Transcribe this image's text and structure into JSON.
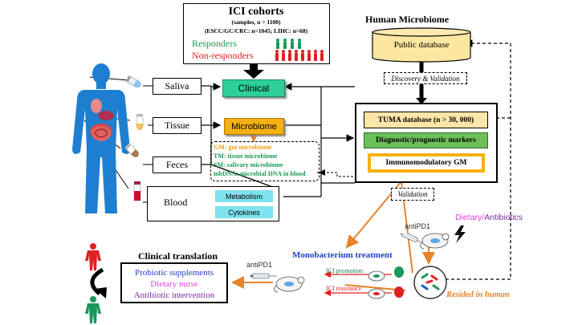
{
  "cohort": {
    "title": "ICI cohorts",
    "samples": "(samples, n > 1100)",
    "cancers": "(ESCC/GC/CRC: n=1045; LIHC: n=68)",
    "responders": "Responders",
    "non_responders": "Non-responders"
  },
  "samples": {
    "saliva": "Saliva",
    "tissue": "Tissue",
    "feces": "Feces",
    "blood": "Blood"
  },
  "center": {
    "clinical": "Clinical",
    "microbiome": "Microbiome",
    "gm": "GM: gut microbiome",
    "tm": "TM: tissue microbiome",
    "sm": "SM: salivary microbiome",
    "mbdna": "mbDNA: microbial DNA in blood",
    "metabolism": "Metabolism",
    "cytokines": "Cytokines"
  },
  "human_microbiome": {
    "title": "Human Microbiome",
    "public_db": "Public database",
    "discovery": "Discovery & Validation",
    "tuma": "TUMA database (n > 30, 000)",
    "markers": "Diagnostic/prognostic markers",
    "immuno": "Immunomodulatory GM"
  },
  "lower": {
    "validation": "Validation",
    "antipd1_right": "antiPD1",
    "dietary": "Dietary/",
    "antibiotics": "Antibiotics",
    "mono": "Monobacterium treatment",
    "antipd1_left": "antiPD1",
    "ici_promotion": "ICI promotion",
    "ici_resistance": "ICI resistance",
    "resided": "Resided in human"
  },
  "translation": {
    "title": "Clinical translation",
    "probiotic": "Probiotic supplements",
    "dietary_nurse": "Dietary nurse",
    "antibiotic": "Antibiotic intervention"
  },
  "colors": {
    "green_resp": "#1a9a5a",
    "red_nonresp": "#e02020",
    "clinical_fill": "#2ecf9a",
    "microbiome_fill": "#f5b014",
    "markers_fill": "#6dbf5a",
    "tuma_fill": "#fde6a8",
    "cyan_fill": "#7fe3f0",
    "orange_arrow": "#e8832a",
    "blue_text": "#2040c8",
    "purple_text": "#7a2a9a",
    "magenta_text": "#e040e0",
    "body_blue": "#1e7fd0"
  }
}
